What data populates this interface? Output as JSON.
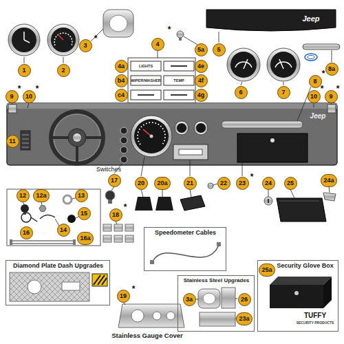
{
  "diagram": {
    "nodes": [
      {
        "text": [
          "1"
        ]
      },
      {
        "text": [
          "2"
        ]
      },
      {
        "text": [
          "3"
        ]
      },
      {
        "text": [
          "4"
        ]
      },
      {
        "text": [
          "5a"
        ]
      },
      {
        "text": [
          "5"
        ]
      },
      {
        "text": [
          "8a"
        ]
      },
      {
        "text": [
          "4a"
        ]
      },
      {
        "text": [
          "4e"
        ]
      },
      {
        "text": [
          "8"
        ]
      },
      {
        "text": [
          "b4"
        ]
      },
      {
        "text": [
          "4f"
        ]
      },
      {
        "text": [
          "6"
        ]
      },
      {
        "text": [
          "7"
        ]
      },
      {
        "text": [
          "9"
        ]
      },
      {
        "text": [
          "10"
        ]
      },
      {
        "text": [
          "c4"
        ]
      },
      {
        "text": [
          "4g"
        ]
      },
      {
        "text": [
          "10"
        ]
      },
      {
        "text": [
          "9"
        ]
      },
      {
        "text": [
          "11"
        ]
      },
      {
        "text": [
          "24a"
        ]
      },
      {
        "text": [
          "17"
        ]
      },
      {
        "text": [
          "20"
        ]
      },
      {
        "text": [
          "20a"
        ]
      },
      {
        "text": [
          "21"
        ]
      },
      {
        "text": [
          "22"
        ]
      },
      {
        "text": [
          "23"
        ]
      },
      {
        "text": [
          "24"
        ]
      },
      {
        "text": [
          "25"
        ]
      },
      {
        "text": [
          "12"
        ]
      },
      {
        "text": [
          "12a"
        ]
      },
      {
        "text": [
          "13"
        ]
      },
      {
        "text": [
          "15"
        ]
      },
      {
        "text": [
          "18"
        ]
      },
      {
        "text": [
          "14"
        ]
      },
      {
        "text": [
          "16"
        ]
      },
      {
        "text": [
          "16a"
        ]
      },
      {
        "text": [
          "Speedometer Cables"
        ]
      },
      {
        "text": [
          "Diamond Plate Dash Upgrades"
        ]
      },
      {
        "text": [
          "Security Glove Box"
        ]
      },
      {
        "text": [
          "25a"
        ],
        "in": 40
      },
      {
        "text": [
          "Stainless Steel Upgrades"
        ]
      },
      {
        "text": [
          "3a"
        ],
        "in": 42
      },
      {
        "text": [
          "26"
        ],
        "in": 42
      },
      {
        "text": [
          "19"
        ]
      },
      {
        "text": [
          "23a"
        ],
        "in": 42
      }
    ],
    "labels": [
      "*",
      "*",
      "*",
      "*",
      "*",
      "*",
      "*",
      "*",
      "*",
      "*",
      "Jeep",
      "Jeep",
      "LIGHTS",
      "WIPER/WASHER",
      "TEMP",
      "Switches",
      "Stainless Gauge Cover",
      "TUFFY",
      "SECURITY PRODUCTS"
    ]
  }
}
